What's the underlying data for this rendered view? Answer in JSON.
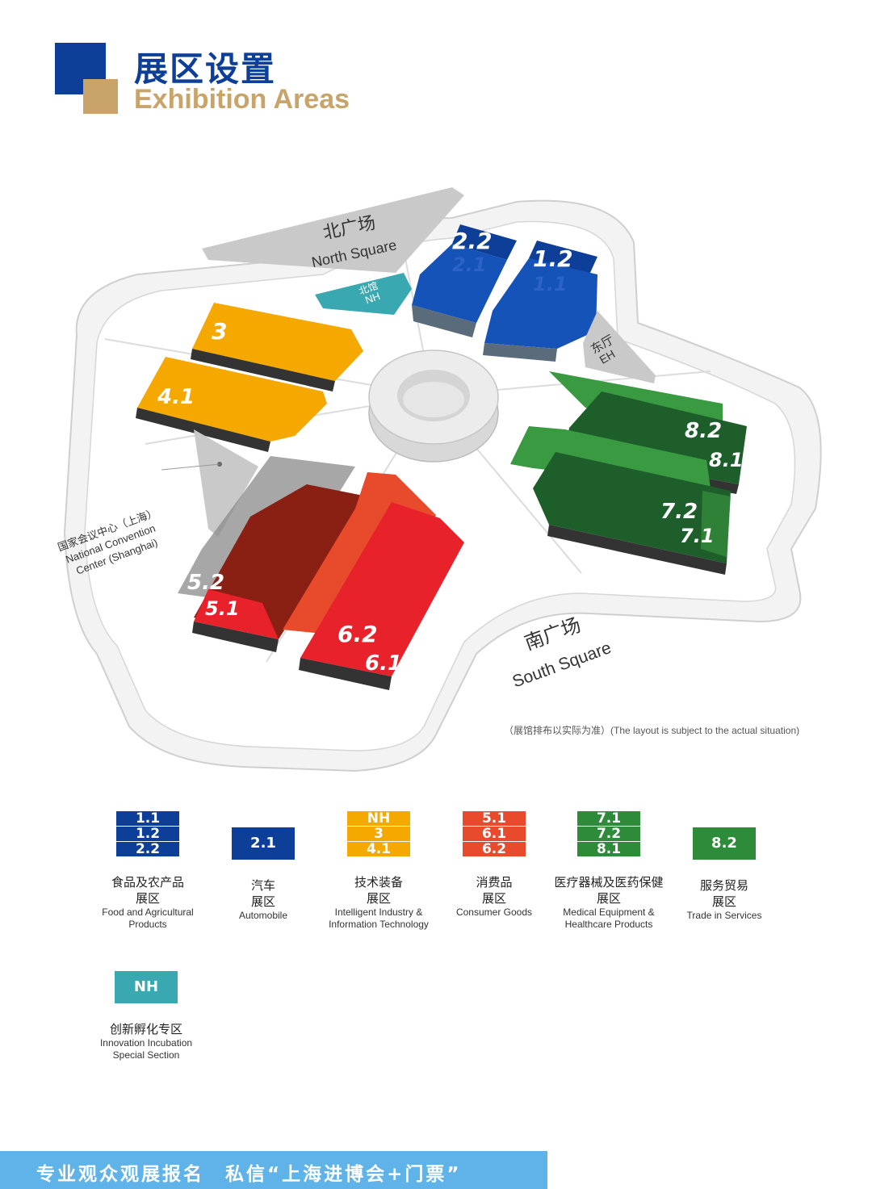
{
  "header": {
    "title_cn": "展区设置",
    "title_en": "Exhibition Areas"
  },
  "colors": {
    "blue_dark": "#0d3f99",
    "blue_mid": "#1553b8",
    "gold": "#c8a46b",
    "yellow": "#f5a800",
    "red": "#e8222a",
    "red_dark": "#8a1f14",
    "orange_red": "#e84a2c",
    "green": "#2e8b3a",
    "green_dark": "#1e5e2a",
    "teal": "#3aa8b0",
    "gray": "#c9c9c9",
    "banner": "#5fb3e8"
  },
  "map": {
    "north_square_cn": "北广场",
    "north_square_en": "North Square",
    "south_square_cn": "南广场",
    "south_square_en": "South Square",
    "nh_cn": "北馆",
    "nh_en": "NH",
    "eh_cn": "东厅",
    "eh_en": "EH",
    "center_cn": "国家会议中心（上海）",
    "center_en_1": "National Convention",
    "center_en_2": "Center (Shanghai)",
    "note": "（展馆排布以实际为准）(The layout is subject to the actual situation)",
    "halls": {
      "h22": "2.2",
      "h21": "2.1",
      "h12": "1.2",
      "h11": "1.1",
      "h3": "3",
      "h41": "4.1",
      "h82": "8.2",
      "h81": "8.1",
      "h72": "7.2",
      "h71": "7.1",
      "h52": "5.2",
      "h51": "5.1",
      "h62": "6.2",
      "h61": "6.1"
    }
  },
  "legend": [
    {
      "swatches": [
        "1.1",
        "1.2",
        "2.2"
      ],
      "color": "#0d3f99",
      "cn": "食品及农产品",
      "cn2": "展区",
      "en": [
        "Food and Agricultural",
        "Products"
      ]
    },
    {
      "swatches": [
        "2.1"
      ],
      "color": "#0d3f99",
      "cn": "汽车",
      "cn2": "展区",
      "en": [
        "Automobile"
      ]
    },
    {
      "swatches": [
        "NH",
        "3",
        "4.1"
      ],
      "color": "#f5a800",
      "cn": "技术装备",
      "cn2": "展区",
      "en": [
        "Intelligent Industry &",
        "Information Technology"
      ]
    },
    {
      "swatches": [
        "5.1",
        "6.1",
        "6.2"
      ],
      "color": "#e84a2c",
      "cn": "消费品",
      "cn2": "展区",
      "en": [
        "Consumer Goods"
      ]
    },
    {
      "swatches": [
        "7.1",
        "7.2",
        "8.1"
      ],
      "color": "#2e8b3a",
      "cn": "医疗器械及医药保健",
      "cn2": "展区",
      "en": [
        "Medical Equipment &",
        "Healthcare Products"
      ]
    },
    {
      "swatches": [
        "8.2"
      ],
      "color": "#2e8b3a",
      "cn": "服务贸易",
      "cn2": "展区",
      "en": [
        "Trade in Services"
      ]
    },
    {
      "swatches": [
        "NH"
      ],
      "color": "#3aa8b0",
      "cn": "创新孵化专区",
      "cn2": "",
      "en": [
        "Innovation Incubation",
        "Special Section"
      ]
    }
  ],
  "banner": {
    "text": "专业观众观展报名　私信“上海进博会+门票”"
  }
}
